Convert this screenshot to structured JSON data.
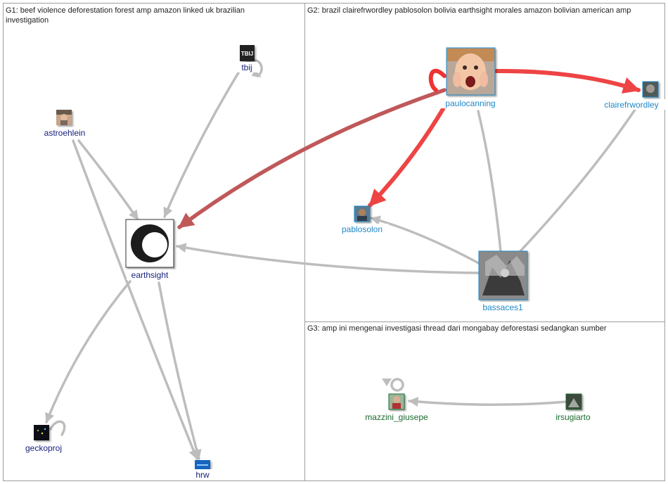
{
  "groups": [
    {
      "id": "G1",
      "title_lines": [
        "G1: beef violence deforestation forest amp amazon linked uk brazilian",
        "investigation"
      ]
    },
    {
      "id": "G2",
      "title_lines": [
        "G2: brazil clairefrwordley pablosolon bolivia earthsight morales amazon bolivian american amp"
      ]
    },
    {
      "id": "G3",
      "title_lines": [
        "G3: amp ini mengenai investigasi thread dari mongabay deforestasi sedangkan sumber"
      ]
    }
  ],
  "nodes": [
    {
      "id": "tbij",
      "label": "tbij",
      "group": "G1",
      "icon": "tbij-logo-avatar",
      "icon_text": "TBIJ",
      "color": "#1a237e"
    },
    {
      "id": "astroehlein",
      "label": "astroehlein",
      "group": "G1",
      "icon": "bearded-man-avatar",
      "color": "#1a237e"
    },
    {
      "id": "earthsight",
      "label": "earthsight",
      "group": "G1",
      "icon": "crescent-logo-avatar",
      "color": "#1a237e"
    },
    {
      "id": "geckoproj",
      "label": "geckoproj",
      "group": "G1",
      "icon": "dark-logo-avatar",
      "color": "#1a237e"
    },
    {
      "id": "hrw",
      "label": "hrw",
      "group": "G1",
      "icon": "blue-logo-avatar",
      "color": "#1a237e"
    },
    {
      "id": "paulocanning",
      "label": "paulocanning",
      "group": "G2",
      "icon": "screaming-face-avatar",
      "color": "#1e88c8"
    },
    {
      "id": "clairefrwordley",
      "label": "clairefrwordley",
      "group": "G2",
      "icon": "person-avatar",
      "color": "#1e88c8"
    },
    {
      "id": "pablosolon",
      "label": "pablosolon",
      "group": "G2",
      "icon": "person-avatar",
      "color": "#1e88c8"
    },
    {
      "id": "bassaces1",
      "label": "bassaces1",
      "group": "G2",
      "icon": "engraving-avatar",
      "color": "#1e88c8"
    },
    {
      "id": "mazzini_giusepe",
      "label": "mazzini_giusepe",
      "group": "G3",
      "icon": "person-avatar",
      "color": "#1b6b2e"
    },
    {
      "id": "irsugiarto",
      "label": "irsugiarto",
      "group": "G3",
      "icon": "person-avatar",
      "color": "#1b6b2e"
    }
  ],
  "edges": [
    {
      "from": "astroehlein",
      "to": "earthsight",
      "weight": "normal",
      "color": "#bdbdbd"
    },
    {
      "from": "astroehlein",
      "to": "hrw",
      "weight": "normal",
      "color": "#bdbdbd"
    },
    {
      "from": "tbij",
      "to": "earthsight",
      "weight": "normal",
      "color": "#bdbdbd"
    },
    {
      "from": "earthsight",
      "to": "geckoproj",
      "weight": "normal",
      "color": "#bdbdbd"
    },
    {
      "from": "earthsight",
      "to": "hrw",
      "weight": "normal",
      "color": "#bdbdbd"
    },
    {
      "from": "bassaces1",
      "to": "earthsight",
      "weight": "normal",
      "color": "#bdbdbd"
    },
    {
      "from": "bassaces1",
      "to": "pablosolon",
      "weight": "normal",
      "color": "#bdbdbd"
    },
    {
      "from": "bassaces1",
      "to": "paulocanning",
      "weight": "normal",
      "color": "#bdbdbd"
    },
    {
      "from": "bassaces1",
      "to": "clairefrwordley",
      "weight": "normal",
      "color": "#bdbdbd"
    },
    {
      "from": "paulocanning",
      "to": "earthsight",
      "weight": "heavy",
      "color": "#c0585a"
    },
    {
      "from": "paulocanning",
      "to": "pablosolon",
      "weight": "heavy",
      "color": "#ee4444"
    },
    {
      "from": "paulocanning",
      "to": "clairefrwordley",
      "weight": "heavy",
      "color": "#ee4444"
    },
    {
      "from": "paulocanning",
      "to": "paulocanning",
      "weight": "heavy",
      "color": "#ee3333",
      "self_loop": true
    },
    {
      "from": "tbij",
      "to": "tbij",
      "weight": "normal",
      "color": "#bdbdbd",
      "self_loop": true
    },
    {
      "from": "geckoproj",
      "to": "geckoproj",
      "weight": "normal",
      "color": "#bdbdbd",
      "self_loop": true
    },
    {
      "from": "mazzini_giusepe",
      "to": "mazzini_giusepe",
      "weight": "normal",
      "color": "#bdbdbd",
      "self_loop": true
    },
    {
      "from": "irsugiarto",
      "to": "mazzini_giusepe",
      "weight": "normal",
      "color": "#bdbdbd"
    }
  ]
}
